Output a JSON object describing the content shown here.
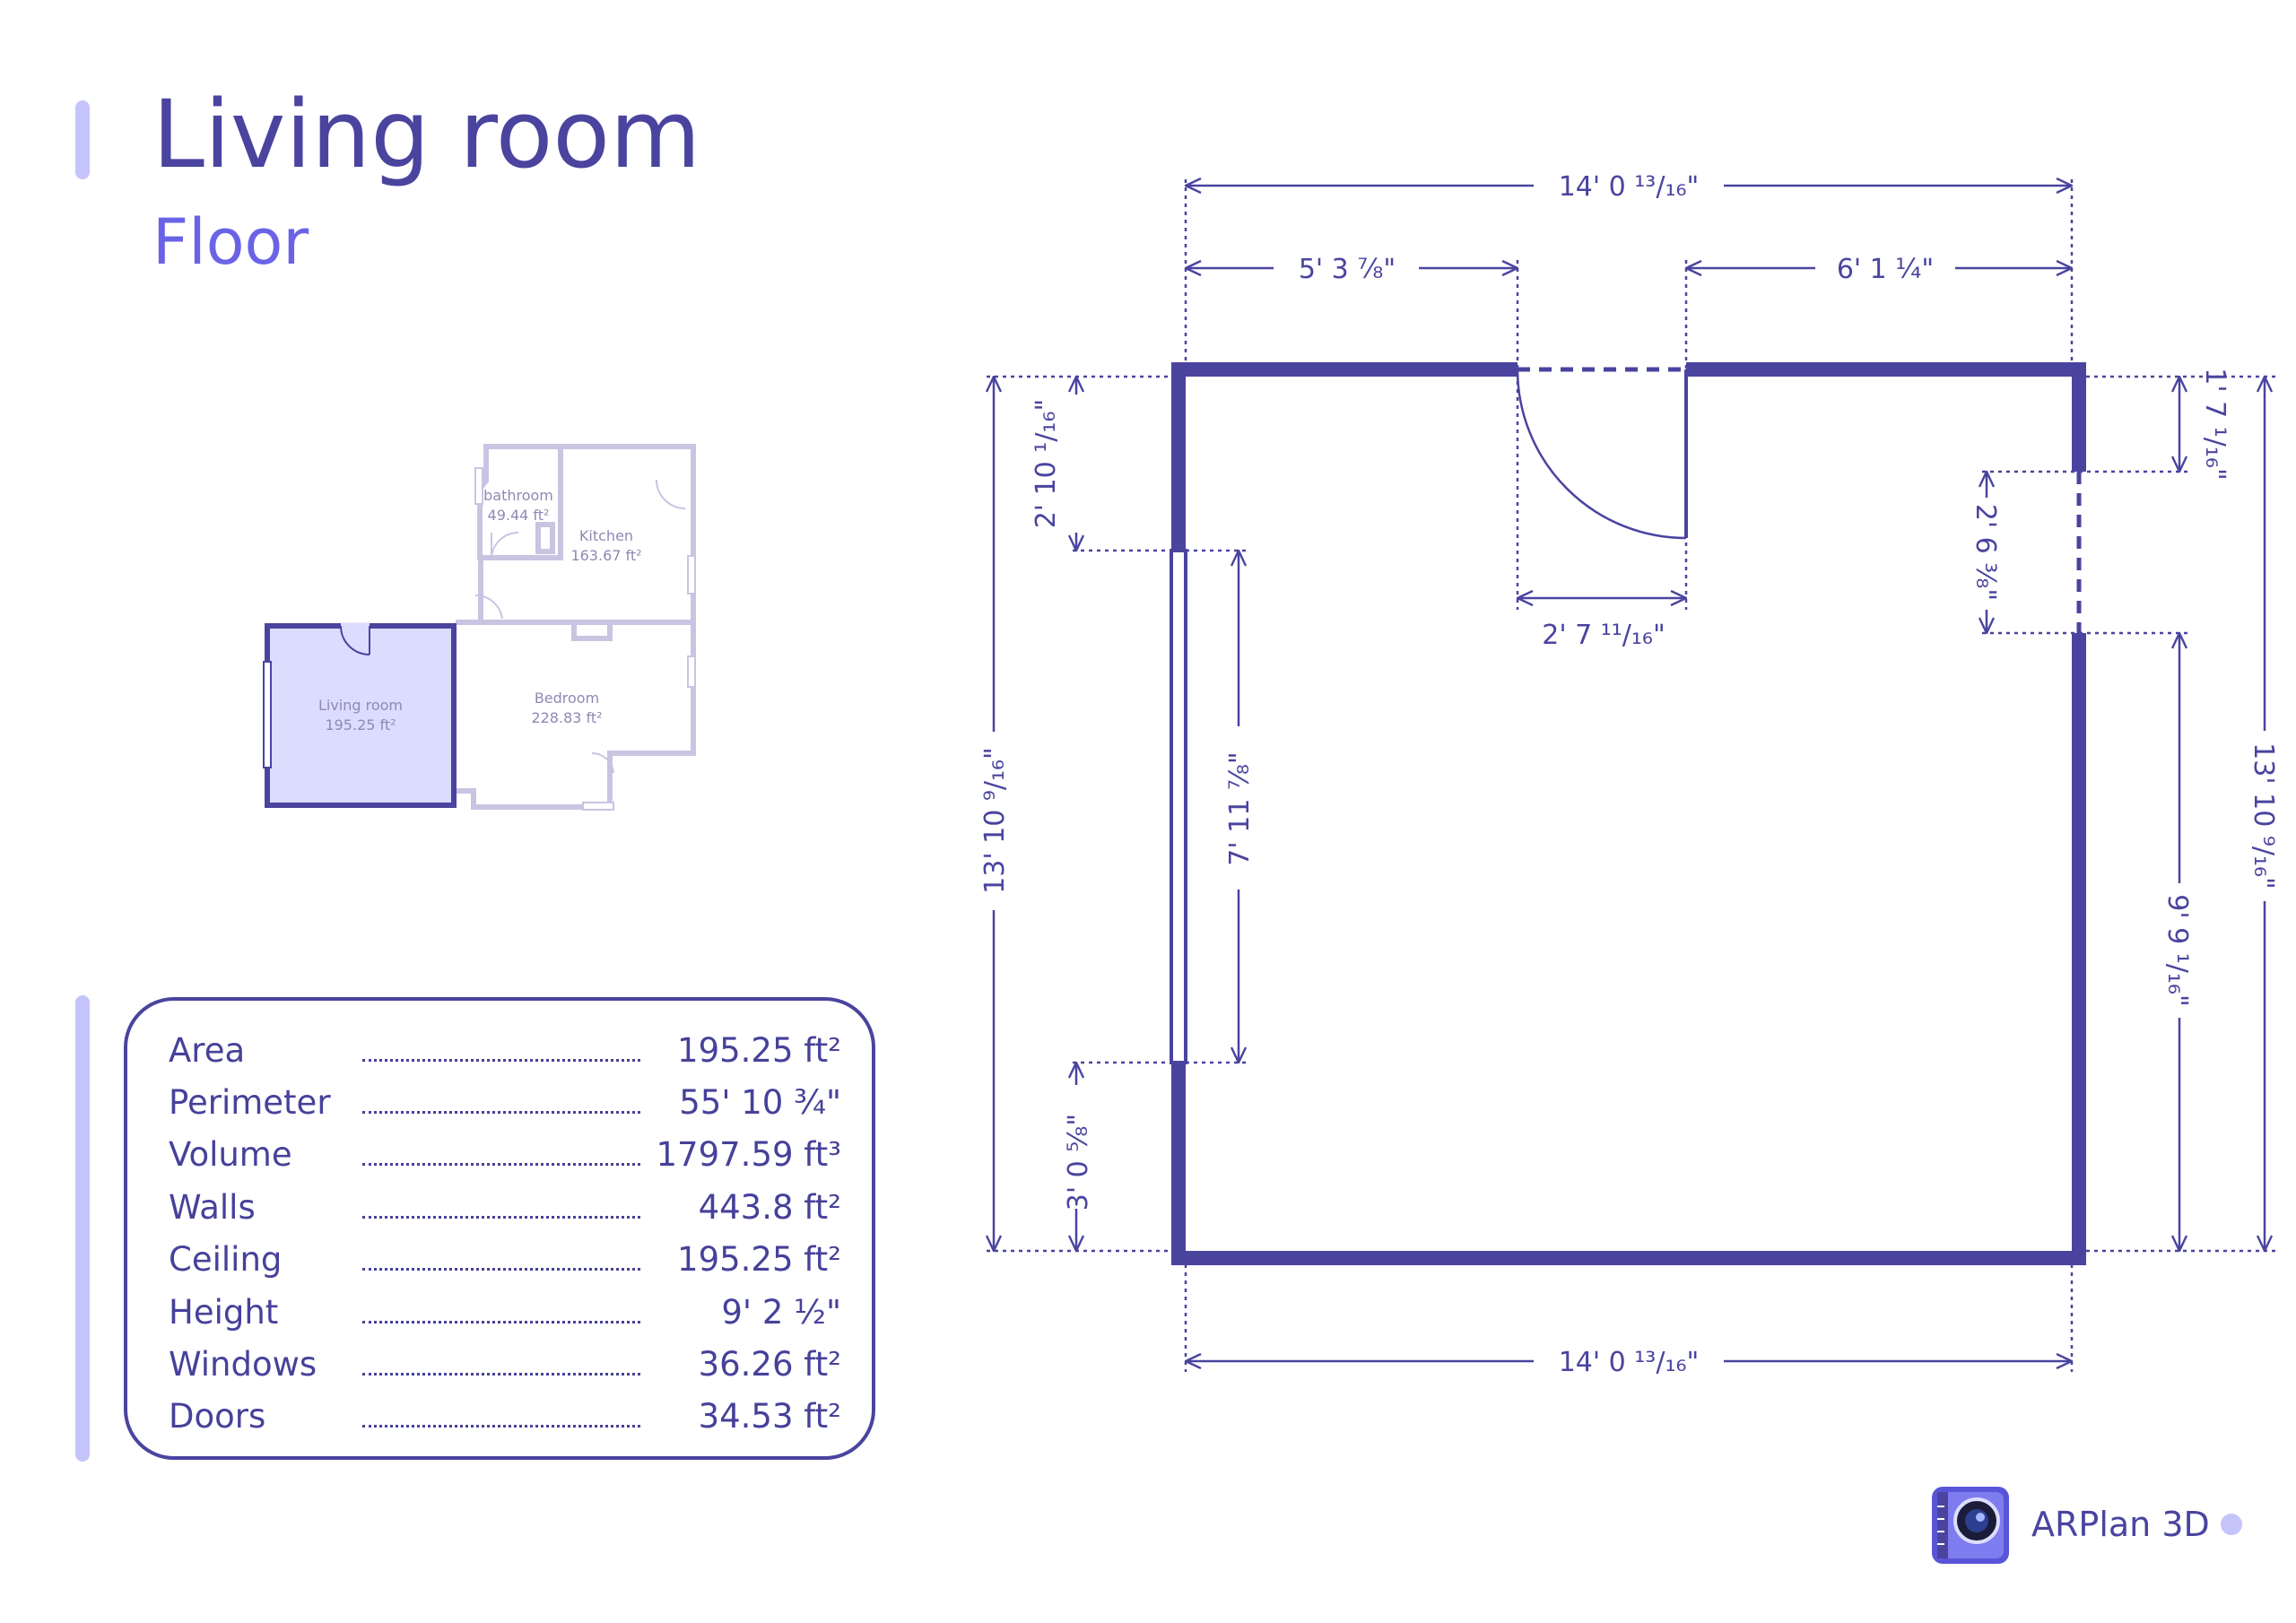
{
  "header": {
    "title": "Living room",
    "subtitle": "Floor"
  },
  "colors": {
    "primary": "#4a449f",
    "accent": "#6b63e6",
    "light": "#c4c4fa",
    "highlight": "#dcdcff",
    "outline": "#c8c5e3"
  },
  "overview": {
    "rooms": [
      {
        "name": "bathroom",
        "area": "49.44 ft²"
      },
      {
        "name": "Kitchen",
        "area": "163.67 ft²"
      },
      {
        "name": "Living room",
        "area": "195.25 ft²",
        "highlighted": true
      },
      {
        "name": "Bedroom",
        "area": "228.83 ft²"
      }
    ]
  },
  "stats": [
    {
      "label": "Area",
      "value": "195.25 ft²"
    },
    {
      "label": "Perimeter",
      "value": "55' 10 ¾\""
    },
    {
      "label": "Volume",
      "value": "1797.59 ft³"
    },
    {
      "label": "Walls",
      "value": "443.8 ft²"
    },
    {
      "label": "Ceiling",
      "value": "195.25 ft²"
    },
    {
      "label": "Height",
      "value": "9' 2 ½\""
    },
    {
      "label": "Windows",
      "value": "36.26 ft²"
    },
    {
      "label": "Doors",
      "value": "34.53 ft²"
    }
  ],
  "dimensions": {
    "top_total": "14' 0 ¹³/₁₆\"",
    "top_left_segment": "5' 3 ⅞\"",
    "top_right_segment": "6' 1 ¼\"",
    "door_width": "2' 7 ¹¹/₁₆\"",
    "left_total": "13' 10 ⁹/₁₆\"",
    "left_top_segment": "2' 10 ¹/₁₆\"",
    "left_bottom_segment": "3' 0 ⅝\"",
    "window_height": "7' 11 ⅞\"",
    "right_total": "13' 10 ⁹/₁₆\"",
    "right_top_segment": "1' 7 ¹/₁₆\"",
    "right_opening": "2' 6 ⅜\"",
    "right_bottom_segment": "9' 9 ¹/₁₆\"",
    "bottom_total": "14' 0 ¹³/₁₆\""
  },
  "brand": {
    "app_name": "ARPlan 3D",
    "logo_icon": "arplan-camera-icon"
  }
}
